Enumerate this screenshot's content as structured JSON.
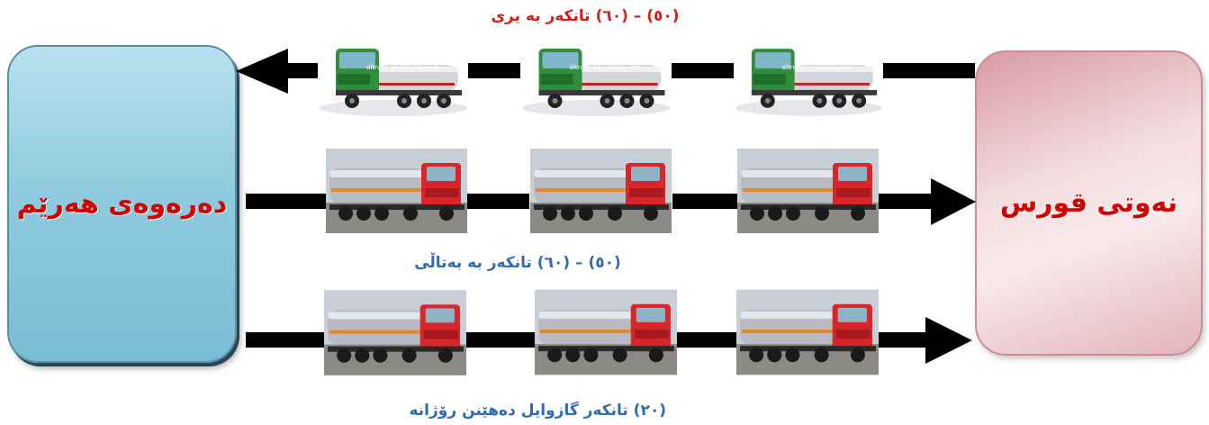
{
  "nodes": {
    "left_box": {
      "label": "دەرەوەی هەرێم"
    },
    "right_box": {
      "label": "نەوتی قورس"
    }
  },
  "captions": {
    "top": "(٥٠) – (٦٠) تانکەر بە یری",
    "middle": "(٥٠) – (٦٠) تانکەر بە بەتاڵی",
    "bottom": "(٢٠) تانکەر گازوایل دەهێنن رۆژانە"
  },
  "watermarks": {
    "green_truck": "dltruck.en.alibaba.com"
  },
  "colors": {
    "left_box": "#8fcbdf",
    "right_box": "#f3dde0",
    "label_red": "#d40000",
    "caption_blue": "#2f6bb0",
    "caption_red": "#d71c1c",
    "arrow": "#000000"
  },
  "flows": [
    {
      "row": "top",
      "direction": "to-left",
      "truck_type": "green-tanker",
      "count": 3
    },
    {
      "row": "middle",
      "direction": "to-right",
      "truck_type": "red-tanker",
      "count": 3
    },
    {
      "row": "bottom",
      "direction": "to-right",
      "truck_type": "red-tanker",
      "count": 3
    }
  ]
}
